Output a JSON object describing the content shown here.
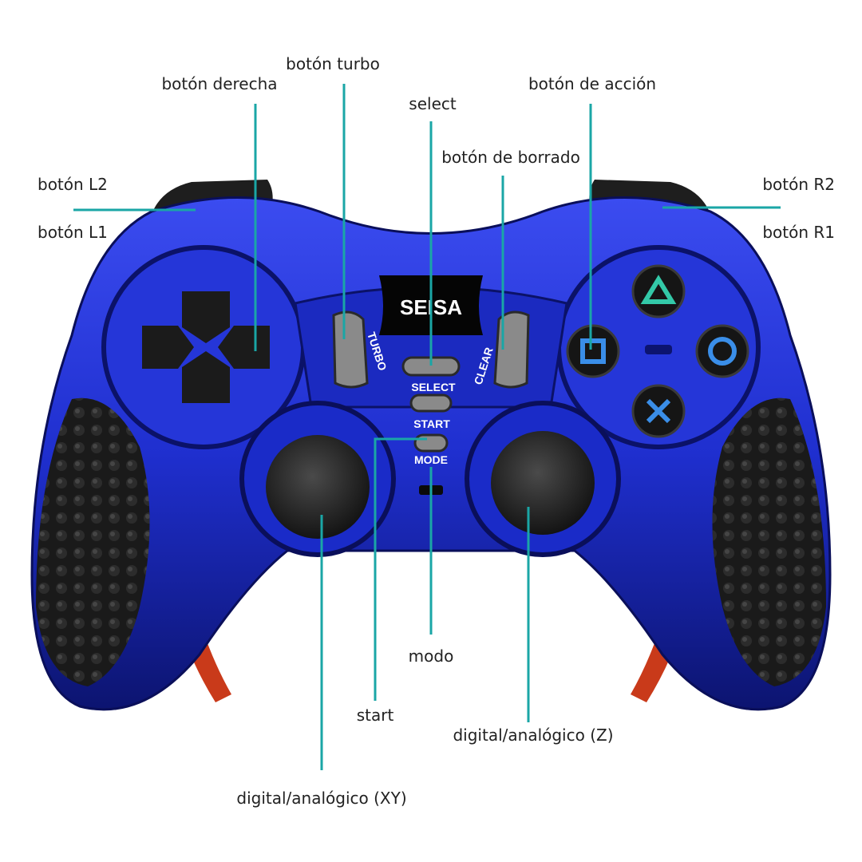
{
  "brand": "SEISA",
  "printed_labels": {
    "turbo": "TURBO",
    "clear": "CLEAR",
    "select": "SELECT",
    "start": "START",
    "mode": "MODE"
  },
  "callouts": {
    "boton_turbo": "botón turbo",
    "boton_derecha": "botón derecha",
    "select": "select",
    "boton_de_accion": "botón de acción",
    "boton_de_borrado": "botón de borrado",
    "boton_l2": "botón L2",
    "boton_l1": "botón L1",
    "boton_r2": "botón R2",
    "boton_r1": "botón R1",
    "modo": "modo",
    "start": "start",
    "digital_analogico_z": "digital/analógico (Z)",
    "digital_analogico_xy": "digital/analógico (XY)"
  },
  "colors": {
    "body_blue": "#1f2fcf",
    "body_dark": "#0c1470",
    "grip_black": "#1a1a1a",
    "leader_teal": "#1aa6a6",
    "triangle_teal": "#33c9a8",
    "action_blue": "#3a8ee8",
    "button_gray": "#8a8a8a"
  },
  "icons": [
    "triangle-icon",
    "circle-icon",
    "cross-icon",
    "square-icon",
    "dpad-icon"
  ]
}
